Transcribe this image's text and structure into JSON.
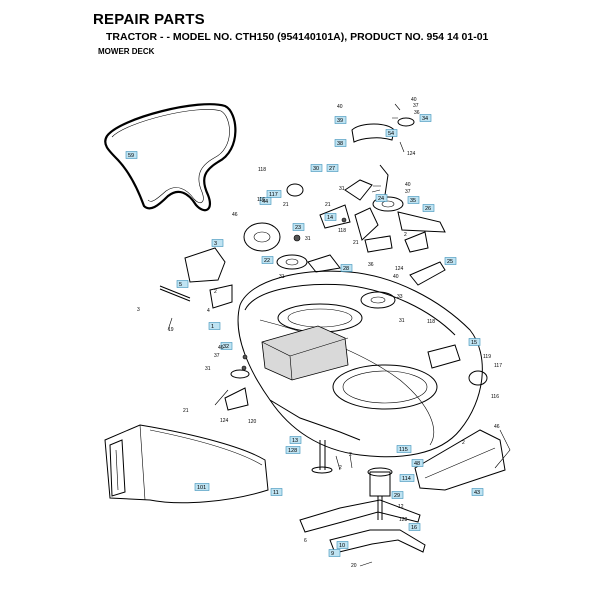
{
  "header": {
    "title": "REPAIR PARTS",
    "model_line": "TRACTOR - - MODEL NO. CTH150 (954140101A), PRODUCT NO. 954 14 01-01",
    "section": "MOWER DECK"
  },
  "colors": {
    "callout_fill": "#bfe3f2",
    "callout_stroke": "#3a8fb8",
    "ink": "#000000"
  },
  "callouts": [
    {
      "id": "c-59",
      "text": "59"
    },
    {
      "id": "c-39",
      "text": "39"
    },
    {
      "id": "c-38",
      "text": "38"
    },
    {
      "id": "c-34",
      "text": "34"
    },
    {
      "id": "c-54",
      "text": "54"
    },
    {
      "id": "c-30",
      "text": "30"
    },
    {
      "id": "c-27",
      "text": "27"
    },
    {
      "id": "c-117",
      "text": "117"
    },
    {
      "id": "c-44",
      "text": "44"
    },
    {
      "id": "c-24",
      "text": "24"
    },
    {
      "id": "c-35",
      "text": "35"
    },
    {
      "id": "c-26",
      "text": "26"
    },
    {
      "id": "c-14",
      "text": "14"
    },
    {
      "id": "c-23",
      "text": "23"
    },
    {
      "id": "c-3",
      "text": "3"
    },
    {
      "id": "c-22",
      "text": "22"
    },
    {
      "id": "c-25",
      "text": "25"
    },
    {
      "id": "c-28",
      "text": "28"
    },
    {
      "id": "c-5",
      "text": "5"
    },
    {
      "id": "c-1",
      "text": "1"
    },
    {
      "id": "c-32",
      "text": "32"
    },
    {
      "id": "c-15",
      "text": "15"
    },
    {
      "id": "c-13",
      "text": "13"
    },
    {
      "id": "c-128",
      "text": "128"
    },
    {
      "id": "c-115",
      "text": "115"
    },
    {
      "id": "c-114",
      "text": "114"
    },
    {
      "id": "c-48",
      "text": "48"
    },
    {
      "id": "c-101",
      "text": "101"
    },
    {
      "id": "c-11",
      "text": "11"
    },
    {
      "id": "c-29",
      "text": "29"
    },
    {
      "id": "c-16",
      "text": "16"
    },
    {
      "id": "c-10",
      "text": "10"
    },
    {
      "id": "c-9",
      "text": "9"
    },
    {
      "id": "c-43",
      "text": "43"
    }
  ],
  "part_numbers": [
    {
      "id": "p-40a",
      "text": "40"
    },
    {
      "id": "p-40b",
      "text": "40"
    },
    {
      "id": "p-37a",
      "text": "37"
    },
    {
      "id": "p-36",
      "text": "36"
    },
    {
      "id": "p-124a",
      "text": "124"
    },
    {
      "id": "p-118a",
      "text": "118"
    },
    {
      "id": "p-116a",
      "text": "116"
    },
    {
      "id": "p-31a",
      "text": "31"
    },
    {
      "id": "p-40c",
      "text": "40"
    },
    {
      "id": "p-37b",
      "text": "37"
    },
    {
      "id": "p-21a",
      "text": "21"
    },
    {
      "id": "p-46a",
      "text": "46"
    },
    {
      "id": "p-21b",
      "text": "21"
    },
    {
      "id": "p-118b",
      "text": "118"
    },
    {
      "id": "p-2a",
      "text": "2"
    },
    {
      "id": "p-31b",
      "text": "31"
    },
    {
      "id": "p-21c",
      "text": "21"
    },
    {
      "id": "p-36b",
      "text": "36"
    },
    {
      "id": "p-124b",
      "text": "124"
    },
    {
      "id": "p-40d",
      "text": "40"
    },
    {
      "id": "p-33",
      "text": "33"
    },
    {
      "id": "p-31c",
      "text": "31"
    },
    {
      "id": "p-2b",
      "text": "2"
    },
    {
      "id": "p-4",
      "text": "4"
    },
    {
      "id": "p-3",
      "text": "3"
    },
    {
      "id": "p-19",
      "text": "19"
    },
    {
      "id": "p-31d",
      "text": "31"
    },
    {
      "id": "p-118c",
      "text": "118"
    },
    {
      "id": "p-46b",
      "text": "46"
    },
    {
      "id": "p-37c",
      "text": "37"
    },
    {
      "id": "p-31e",
      "text": "31"
    },
    {
      "id": "p-21d",
      "text": "21"
    },
    {
      "id": "p-124c",
      "text": "124"
    },
    {
      "id": "p-120",
      "text": "120"
    },
    {
      "id": "p-119",
      "text": "119"
    },
    {
      "id": "p-117b",
      "text": "117"
    },
    {
      "id": "p-116b",
      "text": "116"
    },
    {
      "id": "p-46c",
      "text": "46"
    },
    {
      "id": "p-2c",
      "text": "2"
    },
    {
      "id": "p-2d",
      "text": "2"
    },
    {
      "id": "p-12",
      "text": "12"
    },
    {
      "id": "p-128b",
      "text": "128"
    },
    {
      "id": "p-6",
      "text": "6"
    },
    {
      "id": "p-20",
      "text": "20"
    },
    {
      "id": "p-2e",
      "text": "2"
    }
  ]
}
